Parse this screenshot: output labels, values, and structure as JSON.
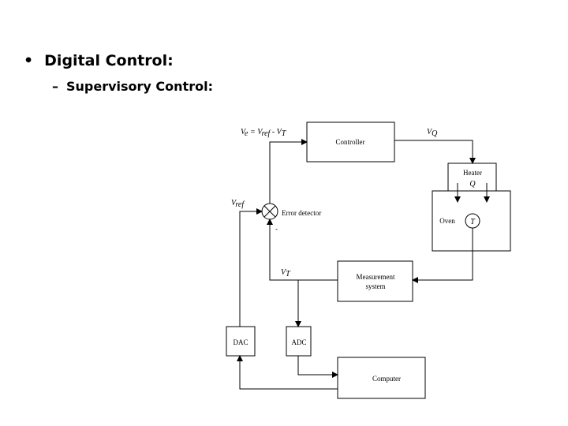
{
  "slide": {
    "bullet_marker": "•",
    "heading": "Digital Control:",
    "sub_marker": "–",
    "subheading": "Supervisory Control:"
  },
  "diagram": {
    "controller": "Controller",
    "heater": "Heater",
    "heater_q": "Q",
    "oven": "Oven",
    "oven_t": "T",
    "error_detector": "Error detector",
    "minus_sign": "-",
    "measurement_line1": "Measurement",
    "measurement_line2": "system",
    "dac": "DAC",
    "adc": "ADC",
    "computer": "Computer",
    "eq_ve": "V",
    "eq_ve_sub": "e",
    "eq_mid": " = V",
    "eq_ref_sub": "ref",
    "eq_minus": " - V",
    "eq_t_sub": "T",
    "vq": "V",
    "vq_sub": "Q",
    "vref": "V",
    "vref_sub": "ref",
    "vt": "V",
    "vt_sub": "T"
  }
}
